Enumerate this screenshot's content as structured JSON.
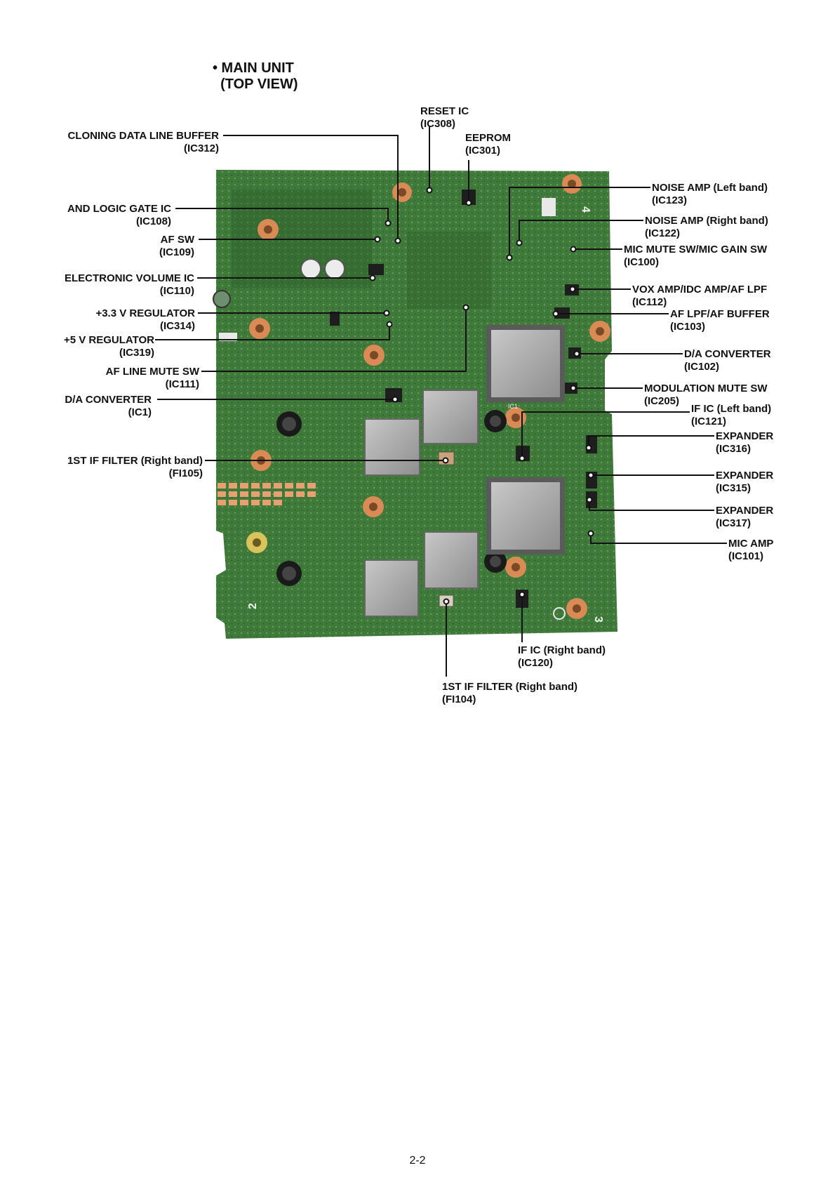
{
  "page": {
    "heading": "• MAIN UNIT\n  (TOP VIEW)",
    "page_number": "2-2"
  },
  "labels": {
    "ic312": {
      "name": "CLONING DATA LINE BUFFER",
      "ref": "(IC312)"
    },
    "ic308": {
      "name": "RESET IC",
      "ref": "(IC308)"
    },
    "ic301": {
      "name": "EEPROM",
      "ref": "(IC301)"
    },
    "ic108": {
      "name": "AND LOGIC GATE IC",
      "ref": "(IC108)"
    },
    "ic109": {
      "name": "AF SW",
      "ref": "(IC109)"
    },
    "ic110": {
      "name": "ELECTRONIC VOLUME IC",
      "ref": "(IC110)"
    },
    "ic314": {
      "name": "+3.3 V REGULATOR",
      "ref": "(IC314)"
    },
    "ic319": {
      "name": "+5 V REGULATOR",
      "ref": "(IC319)"
    },
    "ic111": {
      "name": "AF LINE MUTE SW",
      "ref": "(IC111)"
    },
    "ic1": {
      "name": "D/A CONVERTER",
      "ref": "(IC1)"
    },
    "fi105": {
      "name": "1ST IF FILTER (Right band)",
      "ref": "(FI105)"
    },
    "ic123": {
      "name": "NOISE AMP (Left band)",
      "ref": "(IC123)"
    },
    "ic122": {
      "name": "NOISE AMP (Right band)",
      "ref": "(IC122)"
    },
    "ic100": {
      "name": "MIC MUTE SW/MIC GAIN SW",
      "ref": "(IC100)"
    },
    "ic112": {
      "name": "VOX AMP/IDC AMP/AF LPF",
      "ref": "(IC112)"
    },
    "ic103": {
      "name": "AF LPF/AF BUFFER",
      "ref": "(IC103)"
    },
    "ic102": {
      "name": "D/A CONVERTER",
      "ref": "(IC102)"
    },
    "ic205": {
      "name": "MODULATION MUTE SW",
      "ref": "(IC205)"
    },
    "ic121": {
      "name": "IF IC (Left band)",
      "ref": "(IC121)"
    },
    "ic316": {
      "name": "EXPANDER",
      "ref": "(IC316)"
    },
    "ic315": {
      "name": "EXPANDER",
      "ref": "(IC315)"
    },
    "ic317": {
      "name": "EXPANDER",
      "ref": "(IC317)"
    },
    "ic101": {
      "name": "MIC AMP",
      "ref": "(IC101)"
    },
    "ic120": {
      "name": "IF IC (Right band)",
      "ref": "(IC120)"
    },
    "fi104": {
      "name": "1ST IF FILTER (Right band)",
      "ref": "(FI104)"
    }
  },
  "board": {
    "silkscreen": [
      "4",
      "2",
      "3",
      "IC1"
    ],
    "colors": {
      "pcb": "#3f7a3a",
      "pcb_dark": "#2c5e2b",
      "shield": "#a9a9a9",
      "pad_copper": "#d98a55",
      "leader": "#111111"
    }
  }
}
